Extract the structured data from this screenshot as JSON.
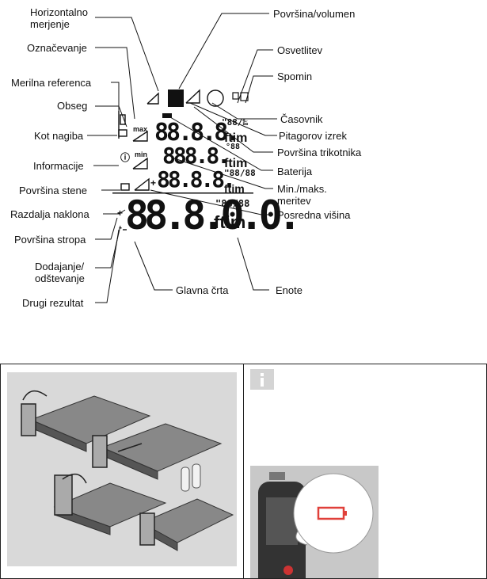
{
  "labels": {
    "horizontal": "Horizontalno\nmerjenje",
    "marking": "Označevanje",
    "reference": "Merilna referenca",
    "range": "Obseg",
    "tilt": "Kot nagiba",
    "info": "Informacije",
    "wall_area": "Površina stene",
    "slope_distance": "Razdalja naklona",
    "ceiling_area": "Površina stropa",
    "add_subtract": "Dodajanje/\nodštevanje",
    "second_result": "Drugi rezultat",
    "main_line": "Glavna črta",
    "units": "Enote",
    "area_volume": "Površina/volumen",
    "backlight": "Osvetlitev",
    "memory": "Spomin",
    "clock": "Časovnik",
    "pythagoras": "Pitagorov izrek",
    "triangle_area": "Površina trikotnika",
    "battery": "Baterija",
    "minmax": "Min./maks.\nmeritev",
    "indirect_height": "Posredna višina"
  },
  "display": {
    "row1": "88.8.8.",
    "row1_unit": "ftim",
    "row1_sup": "\"88/‰",
    "row2": "888.8.",
    "row2_unit": "ftim",
    "row2_sup": "°88",
    "row3": "88.8.8.",
    "row3_unit": "ftim",
    "row3_sup": "\"88/88",
    "main": "88.8.0.0.",
    "main_unit": "ftim",
    "main_sup": "\"88/88",
    "max": "max",
    "min": "min",
    "plus": "+",
    "minus": "-"
  },
  "icons": {
    "info": "info-icon",
    "battery": "battery-low-icon"
  },
  "colors": {
    "battery_red": "#e0403a"
  }
}
